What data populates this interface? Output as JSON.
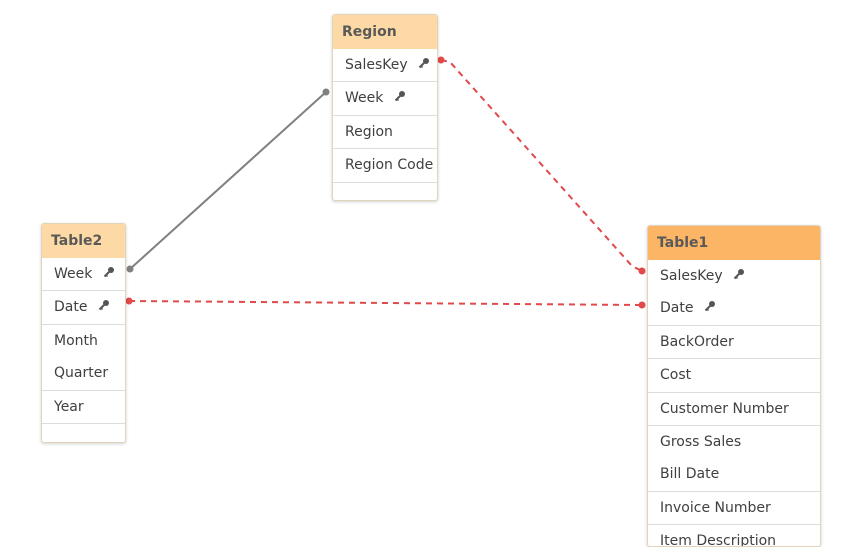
{
  "tables": {
    "region": {
      "title": "Region",
      "fields": [
        {
          "label": "SalesKey",
          "key": true
        },
        {
          "label": "Week",
          "key": true
        },
        {
          "label": "Region",
          "key": false
        },
        {
          "label": "Region Code",
          "key": false
        }
      ]
    },
    "table2": {
      "title": "Table2",
      "fields": [
        {
          "label": "Week",
          "key": true
        },
        {
          "label": "Date",
          "key": true
        },
        {
          "label": "Month",
          "key": false
        },
        {
          "label": "Quarter",
          "key": false
        },
        {
          "label": "Year",
          "key": false
        }
      ]
    },
    "table1": {
      "title": "Table1",
      "fields": [
        {
          "label": "SalesKey",
          "key": true
        },
        {
          "label": "Date",
          "key": true
        },
        {
          "label": "BackOrder",
          "key": false
        },
        {
          "label": "Cost",
          "key": false
        },
        {
          "label": "Customer Number",
          "key": false
        },
        {
          "label": "Gross Sales",
          "key": false
        },
        {
          "label": "Bill Date",
          "key": false
        },
        {
          "label": "Invoice Number",
          "key": false
        },
        {
          "label": "Item Description",
          "key": false
        }
      ]
    }
  },
  "links": [
    {
      "from": "Table2.Week",
      "to": "Region.Week",
      "style": "solid",
      "color": "#808080"
    },
    {
      "from": "Region.SalesKey",
      "to": "Table1.SalesKey",
      "style": "dashed",
      "color": "#e04a4a"
    },
    {
      "from": "Table2.Date",
      "to": "Table1.Date",
      "style": "dashed",
      "color": "#e04a4a"
    }
  ],
  "colors": {
    "header": "#fdd9a6",
    "header_selected": "#fbb565",
    "solid_link": "#808080",
    "synthetic_link": "#e04a4a",
    "key_icon": "#555555"
  },
  "icons": {
    "key": "key-icon"
  }
}
